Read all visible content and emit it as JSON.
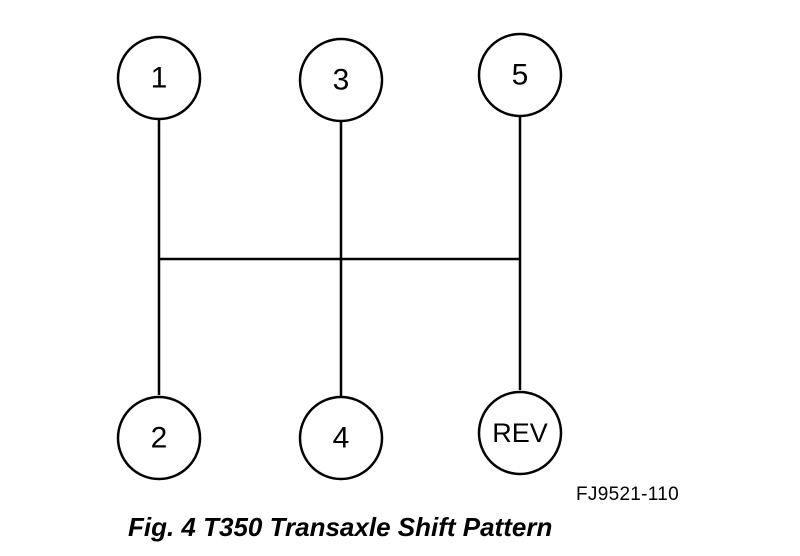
{
  "diagram": {
    "gates": {
      "first": "1",
      "second": "2",
      "third": "3",
      "fourth": "4",
      "fifth": "5",
      "reverse": "REV"
    },
    "figure_id": "FJ9521-110",
    "caption": "Fig. 4 T350 Transaxle Shift Pattern"
  }
}
